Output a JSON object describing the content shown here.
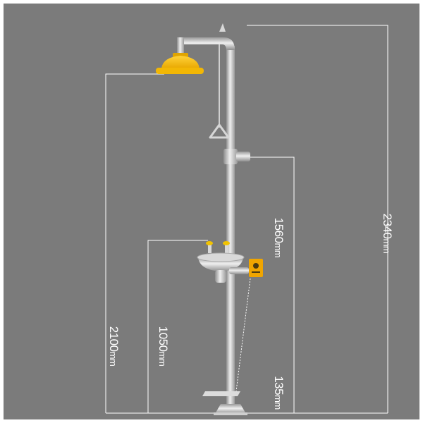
{
  "dimensions": {
    "total_height": {
      "value": "2340",
      "unit": "mm"
    },
    "shower_head_height": {
      "value": "2100",
      "unit": "mm"
    },
    "valve_height": {
      "value": "1560",
      "unit": "mm"
    },
    "eyewash_height": {
      "value": "1050",
      "unit": "mm"
    },
    "foot_pedal_height": {
      "value": "135",
      "unit": "mm"
    }
  },
  "colors": {
    "background": "#7b7b7b",
    "dimension_lines": "#ffffff",
    "shower_head": "#f2b705",
    "steel": "#c9c9c9",
    "sign": "#f0a500"
  }
}
